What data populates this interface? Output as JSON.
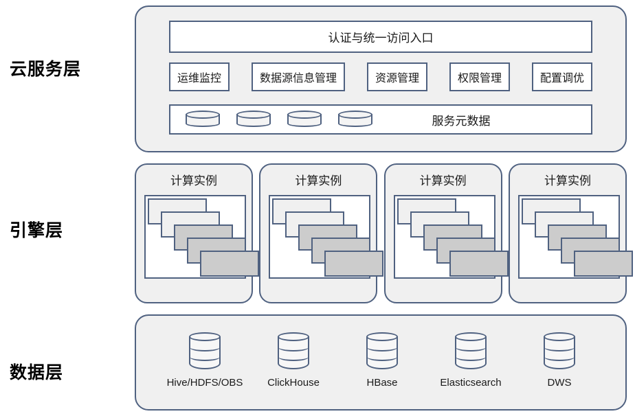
{
  "diagram": {
    "title": "云服务层 / 引擎层 / 数据层 架构图",
    "colors": {
      "panel_fill": "#f0f0f0",
      "panel_border": "#4f6180",
      "box_fill": "#ffffff",
      "card_light": "#f0f0f0",
      "card_gray": "#cccccc",
      "text": "#1a1a1a"
    }
  },
  "layers": {
    "cloud": {
      "label": "云服务层",
      "access_bar": "认证与统一访问入口",
      "service_buttons": [
        {
          "label": "运维监控"
        },
        {
          "label": "数据源信息管理"
        },
        {
          "label": "资源管理"
        },
        {
          "label": "权限管理"
        },
        {
          "label": "配置调优"
        }
      ],
      "metadata_row": {
        "label": "服务元数据",
        "cylinder_count": 4,
        "cylinder_icon": "database-cylinder-icon"
      }
    },
    "engine": {
      "label": "引擎层",
      "instances": [
        {
          "title": "计算实例",
          "cards": [
            "light",
            "light",
            "gray",
            "gray",
            "gray"
          ]
        },
        {
          "title": "计算实例",
          "cards": [
            "light",
            "light",
            "gray",
            "gray",
            "gray"
          ]
        },
        {
          "title": "计算实例",
          "cards": [
            "light",
            "light",
            "gray",
            "gray",
            "gray"
          ]
        },
        {
          "title": "计算实例",
          "cards": [
            "light",
            "light",
            "gray",
            "gray",
            "gray"
          ]
        }
      ]
    },
    "data": {
      "label": "数据层",
      "stores": [
        {
          "label": "Hive/HDFS/OBS",
          "icon": "database-cylinder-icon"
        },
        {
          "label": "ClickHouse",
          "icon": "database-cylinder-icon"
        },
        {
          "label": "HBase",
          "icon": "database-cylinder-icon"
        },
        {
          "label": "Elasticsearch",
          "icon": "database-cylinder-icon"
        },
        {
          "label": "DWS",
          "icon": "database-cylinder-icon"
        }
      ]
    }
  }
}
